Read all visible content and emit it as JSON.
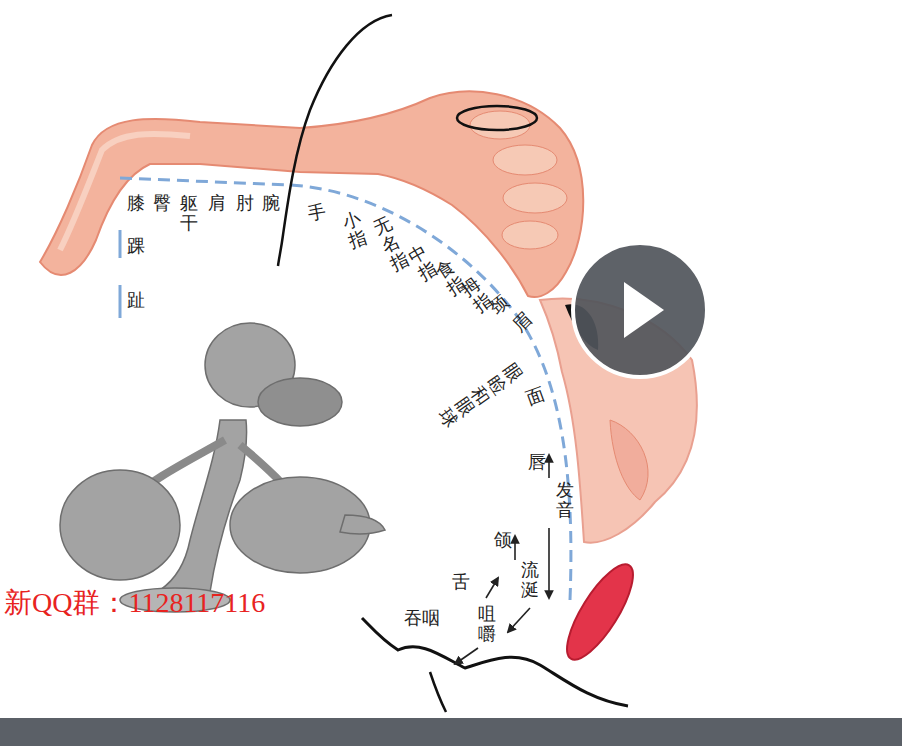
{
  "diagram": {
    "labels": [
      "膝",
      "踝",
      "趾",
      "臀",
      "躯干",
      "肩",
      "肘",
      "腕",
      "手",
      "小指",
      "无名指",
      "中指",
      "食指",
      "拇指",
      "颈",
      "眉",
      "眼睑和眼球",
      "面",
      "唇",
      "发音",
      "颌",
      "流涎",
      "舌",
      "咀嚼",
      "吞咽",
      "新QQ群：1128117116"
    ]
  }
}
